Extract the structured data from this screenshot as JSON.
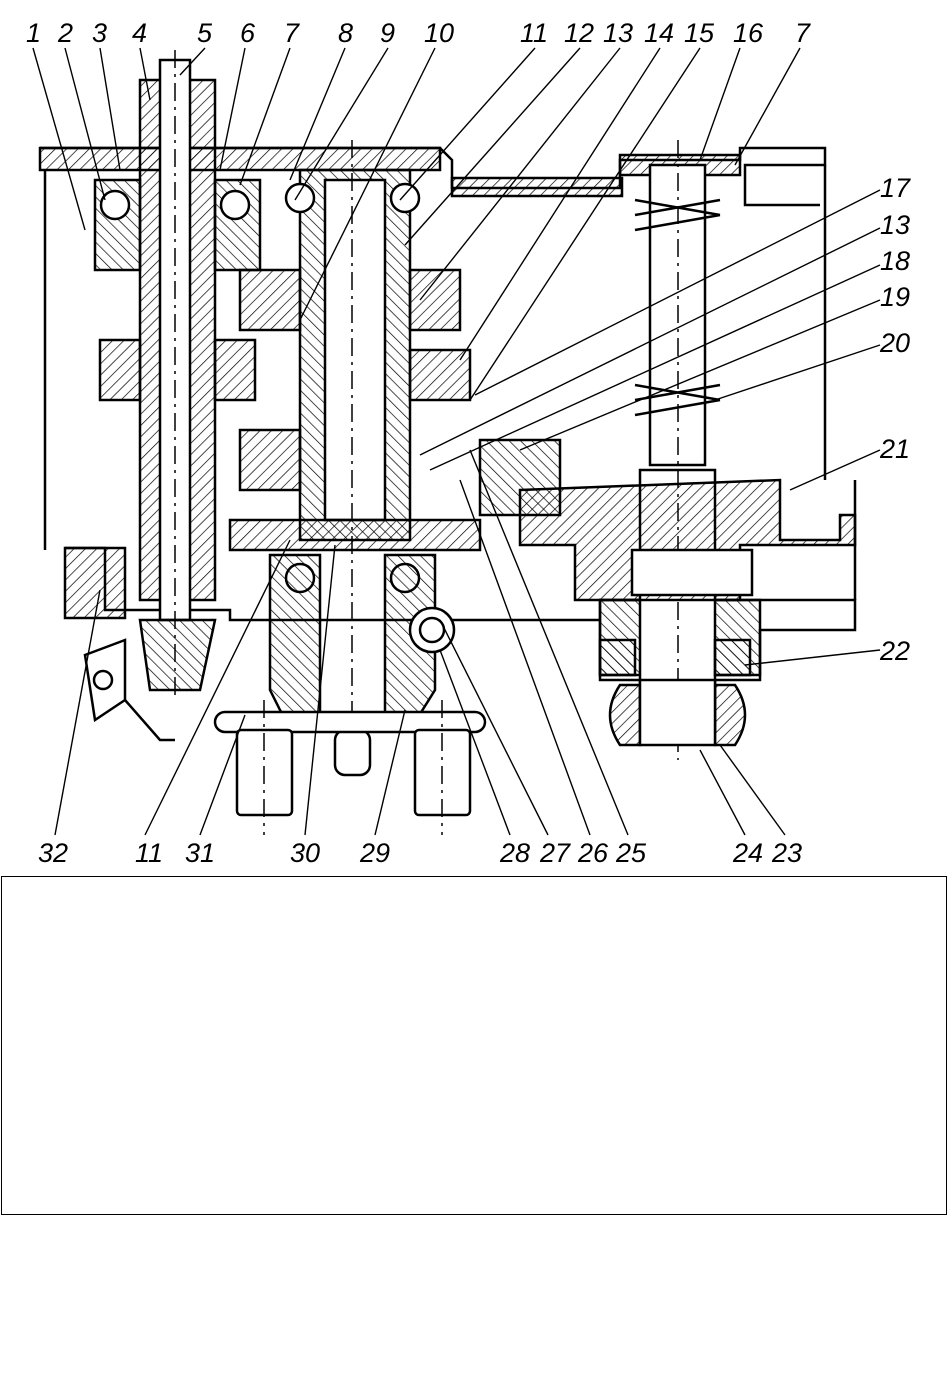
{
  "figure": {
    "callouts_top": [
      "1",
      "2",
      "3",
      "4",
      "5",
      "6",
      "7",
      "8",
      "9",
      "10",
      "11",
      "12",
      "13",
      "14",
      "15",
      "16",
      "7"
    ],
    "callouts_right": [
      "17",
      "13",
      "18",
      "19",
      "20",
      "21",
      "22"
    ],
    "callouts_bottom": [
      "32",
      "11",
      "31",
      "30",
      "29",
      "28",
      "27",
      "26",
      "25",
      "24",
      "23"
    ]
  },
  "colors": {
    "ink": "#000000",
    "paper": "#ffffff"
  }
}
